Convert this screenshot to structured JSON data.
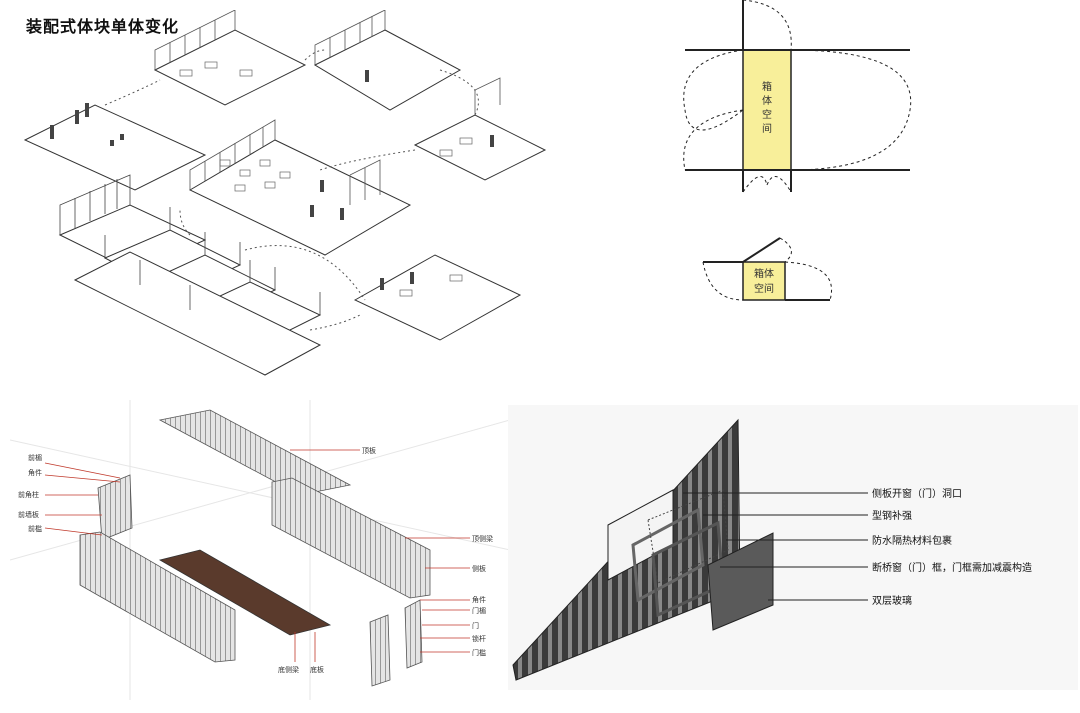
{
  "title": "装配式体块单体变化",
  "box_label_large": [
    "箱",
    "体",
    "空",
    "间"
  ],
  "box_label_small": [
    "箱体",
    "空间"
  ],
  "exploded": {
    "top_panel": "顶板",
    "front_frame": "前楣",
    "corner_fitting_front": "角件",
    "front_corner_post": "前角柱",
    "front_end_wall": "前墙板",
    "front_sill": "前槛",
    "top_side_rail": "顶侧梁",
    "side_panel": "侧板",
    "corner_fitting_rear": "角件",
    "door_header": "门楣",
    "door": "门",
    "lock_rod": "锁杆",
    "door_sill": "门槛",
    "bottom_side_rail": "底侧梁",
    "floor_panel": "底板"
  },
  "wall_detail": {
    "labels": [
      "侧板开窗（门）洞口",
      "型钢补强",
      "防水隔热材料包裹",
      "断桥窗（门）框，门框需加减震构造",
      "双层玻璃"
    ]
  },
  "colors": {
    "box_fill": "#f8ef9a",
    "line": "#222222",
    "label_red": "#c0392b"
  }
}
